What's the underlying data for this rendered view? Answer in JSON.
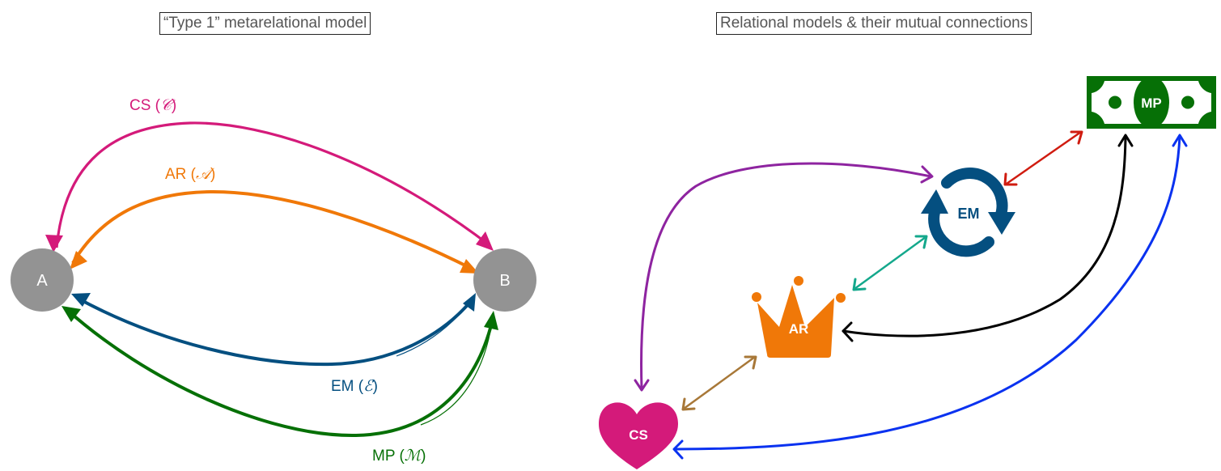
{
  "left_panel": {
    "title": "“Type 1” metarelational model",
    "nodes": [
      {
        "id": "A",
        "label": "A",
        "color": "#939393"
      },
      {
        "id": "B",
        "label": "B",
        "color": "#939393"
      }
    ],
    "edges": [
      {
        "id": "cs",
        "label": "CS",
        "symbol": "𝒞",
        "color": "#d41a7a",
        "from": "A",
        "to": "B",
        "bidirectional": true
      },
      {
        "id": "ar",
        "label": "AR",
        "symbol": "𝒜",
        "color": "#f07808",
        "from": "A",
        "to": "B",
        "bidirectional": true
      },
      {
        "id": "em",
        "label": "EM",
        "symbol": "ℰ",
        "color": "#044f80",
        "from": "A",
        "to": "B",
        "bidirectional": true
      },
      {
        "id": "mp",
        "label": "MP",
        "symbol": "ℳ",
        "color": "#067006",
        "from": "A",
        "to": "B",
        "bidirectional": true
      }
    ]
  },
  "right_panel": {
    "title": "Relational models & their mutual connections",
    "nodes": [
      {
        "id": "MP",
        "label": "MP",
        "icon": "banknote-icon",
        "color": "#067006"
      },
      {
        "id": "EM",
        "label": "EM",
        "icon": "cycle-arrows-icon",
        "color": "#044f80"
      },
      {
        "id": "AR",
        "label": "AR",
        "icon": "crown-icon",
        "color": "#f07808"
      },
      {
        "id": "CS",
        "label": "CS",
        "icon": "heart-icon",
        "color": "#d41a7a"
      }
    ],
    "connections": [
      {
        "from": "CS",
        "to": "EM",
        "color": "#8e24a0"
      },
      {
        "from": "EM",
        "to": "MP",
        "color": "#d01c10"
      },
      {
        "from": "AR",
        "to": "EM",
        "color": "#14a88c"
      },
      {
        "from": "CS",
        "to": "AR",
        "color": "#a87838"
      },
      {
        "from": "AR",
        "to": "MP",
        "color": "#000000"
      },
      {
        "from": "CS",
        "to": "MP",
        "color": "#0a32f0"
      }
    ]
  }
}
